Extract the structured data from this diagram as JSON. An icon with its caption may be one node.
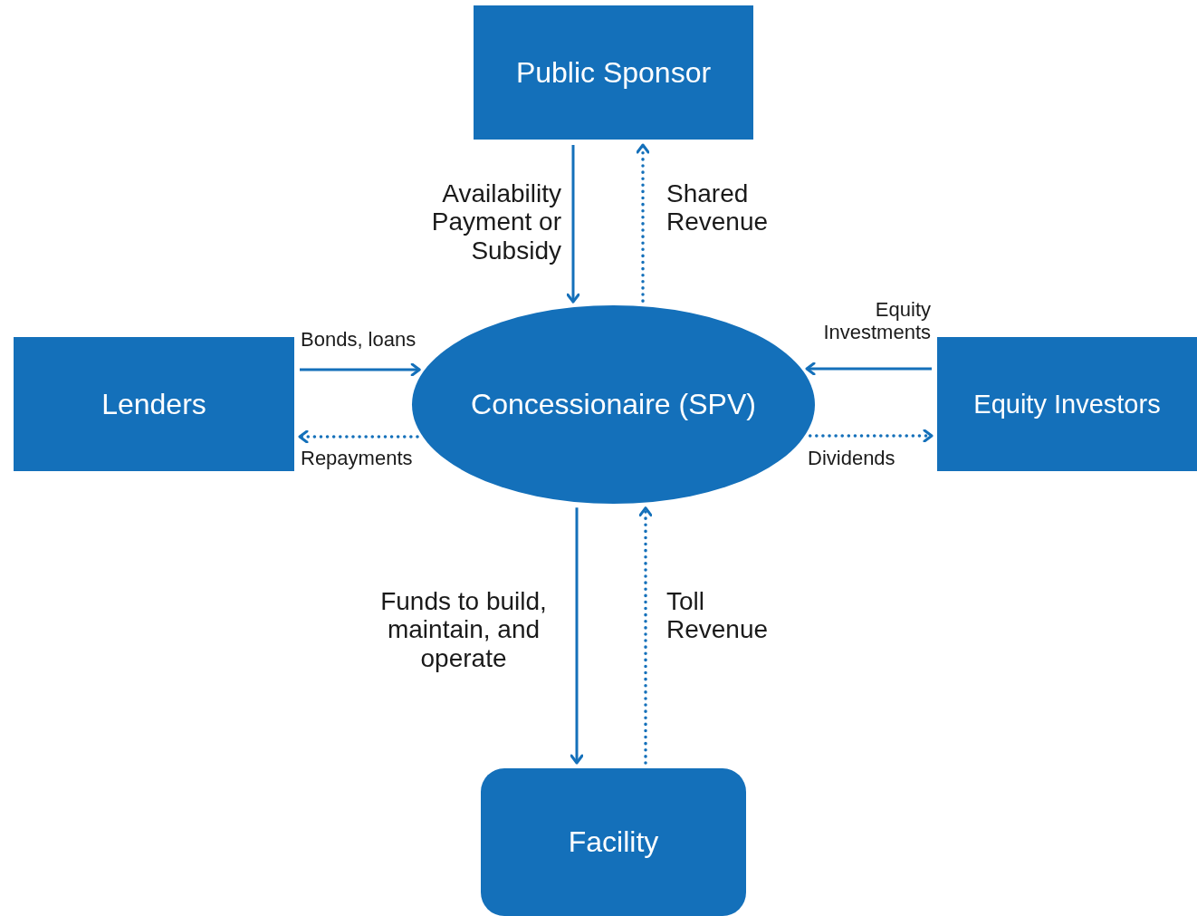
{
  "diagram": {
    "nodes": [
      {
        "text": [
          "Public Sponsor"
        ]
      },
      {
        "text": [
          "Lenders"
        ]
      },
      {
        "text": [
          "Concessionaire (SPV)"
        ]
      },
      {
        "text": [
          "Equity Investors"
        ]
      },
      {
        "text": [
          "Facility"
        ]
      }
    ],
    "edges": [
      {
        "from": 0,
        "to": 2,
        "arrow": "to",
        "label": "Availability Payment or Subsidy"
      },
      {
        "from": 2,
        "to": 0,
        "arrow": "to",
        "label": "Shared Revenue",
        "style": "dashed"
      },
      {
        "from": 1,
        "to": 2,
        "arrow": "to",
        "label": "Bonds, loans"
      },
      {
        "from": 2,
        "to": 1,
        "arrow": "to",
        "label": "Repayments",
        "style": "dashed"
      },
      {
        "from": 3,
        "to": 2,
        "arrow": "to",
        "label": "Equity Investments"
      },
      {
        "from": 2,
        "to": 3,
        "arrow": "to",
        "label": "Dividends",
        "style": "dashed"
      },
      {
        "from": 2,
        "to": 4,
        "arrow": "to",
        "label": "Funds to build, maintain, and operate"
      },
      {
        "from": 4,
        "to": 2,
        "arrow": "to",
        "label": "Toll Revenue",
        "style": "dashed"
      }
    ]
  }
}
